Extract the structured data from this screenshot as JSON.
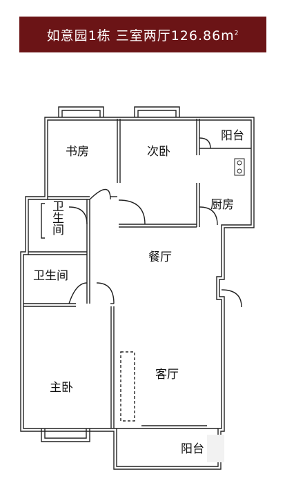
{
  "title": {
    "text": "如意园1栋 三室两厅126.86m",
    "superscript": "2",
    "background_color": "#6b1416",
    "text_color": "#ffffff"
  },
  "rooms": {
    "study": "书房",
    "second_bedroom": "次卧",
    "balcony_top": "阳台",
    "kitchen": "厨房",
    "bathroom_1": "卫生间",
    "dining_room": "餐厅",
    "bathroom_2": "卫生间",
    "living_room": "客厅",
    "master_bedroom": "主卧",
    "balcony_bottom": "阳台"
  },
  "colors": {
    "wall": "#222222",
    "background": "#ffffff"
  }
}
